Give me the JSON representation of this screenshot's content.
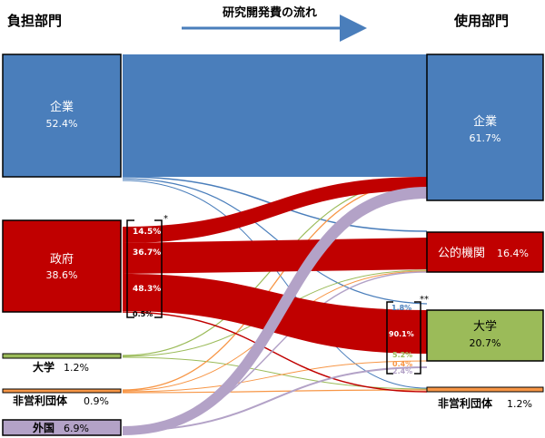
{
  "headers": {
    "left": "負担部門",
    "center": "研究開発費の流れ",
    "right": "使用部門"
  },
  "sources": [
    {
      "id": "corp",
      "name": "企業",
      "pct": "52.4%",
      "color": "#4a7ebb"
    },
    {
      "id": "gov",
      "name": "政府",
      "pct": "38.6%",
      "color": "#c00000"
    },
    {
      "id": "univ",
      "name": "大学",
      "pct": "1.2%",
      "color": "#9bbb59"
    },
    {
      "id": "npo",
      "name": "非営利団体",
      "pct": "0.9%",
      "color": "#f79646"
    },
    {
      "id": "foreign",
      "name": "外国",
      "pct": "6.9%",
      "color": "#b3a2c7"
    }
  ],
  "targets": [
    {
      "id": "corp",
      "name": "企業",
      "pct": "61.7%",
      "color": "#4a7ebb"
    },
    {
      "id": "public",
      "name": "公的機関",
      "pct": "16.4%",
      "color": "#c00000"
    },
    {
      "id": "univ",
      "name": "大学",
      "pct": "20.7%",
      "color": "#9bbb59"
    },
    {
      "id": "npo",
      "name": "非営利団体",
      "pct": "1.2%",
      "color": "#f79646"
    }
  ],
  "gov_breakdown": {
    "marker": "*",
    "values": [
      "14.5%",
      "36.7%",
      "48.3%",
      "0.5%"
    ]
  },
  "univ_breakdown": {
    "marker": "**",
    "values": [
      {
        "label": "1.8%",
        "color": "#4a7ebb"
      },
      {
        "label": "90.1%",
        "color": "#c00000"
      },
      {
        "label": "5.2%",
        "color": "#9bbb59"
      },
      {
        "label": "0.4%",
        "color": "#f79646"
      },
      {
        "label": "2.4%",
        "color": "#b3a2c7"
      }
    ]
  }
}
